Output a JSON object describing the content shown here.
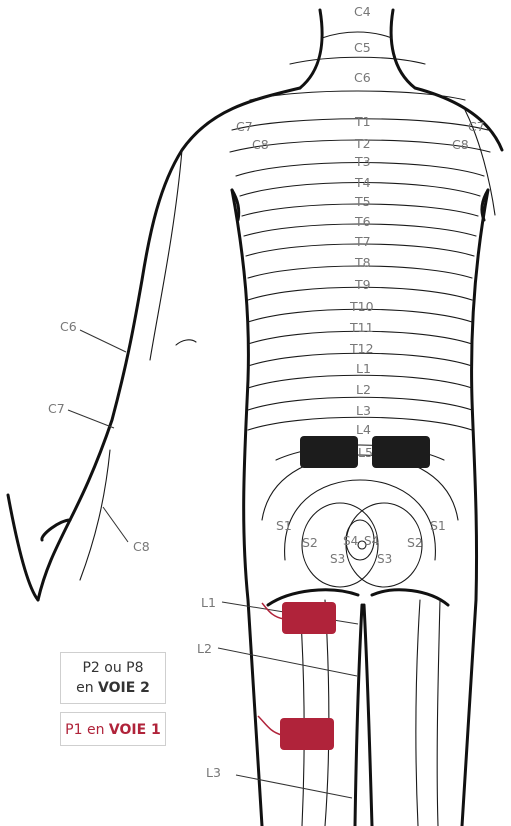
{
  "labels": {
    "c4": "C4",
    "c5": "C5",
    "c6": "C6",
    "c7_left": "C7",
    "c7_right": "C7",
    "c8_left": "C8",
    "c8_right": "C8",
    "t1": "T1",
    "t2": "T2",
    "t3": "T3",
    "t4": "T4",
    "t5": "T5",
    "t6": "T6",
    "t7": "T7",
    "t8": "T8",
    "t9": "T9",
    "t10": "T10",
    "t11": "T11",
    "t12": "T12",
    "l1": "L1",
    "l2": "L2",
    "l3": "L3",
    "l4": "L4",
    "l5": "L5",
    "s1_left": "S1",
    "s1_right": "S1",
    "s2_left": "S2",
    "s2_right": "S2",
    "s3_left": "S3",
    "s3_right": "S3",
    "s4_left": "S4",
    "s4_right": "S4",
    "arm_c6": "C6",
    "arm_c7": "C7",
    "arm_c8": "C8",
    "leg_l1": "L1",
    "leg_l2": "L2",
    "leg_l3": "L3"
  },
  "legend": {
    "channel2_line1": "P2 ou P8",
    "channel2_prefix": "en ",
    "channel2_strong": "VOIE 2",
    "channel1_prefix": "P1 en ",
    "channel1_strong": "VOIE 1"
  },
  "colors": {
    "outline": "#111111",
    "label_gray": "#777777",
    "electrode_black": "#1c1c1c",
    "electrode_red": "#b0233a"
  }
}
